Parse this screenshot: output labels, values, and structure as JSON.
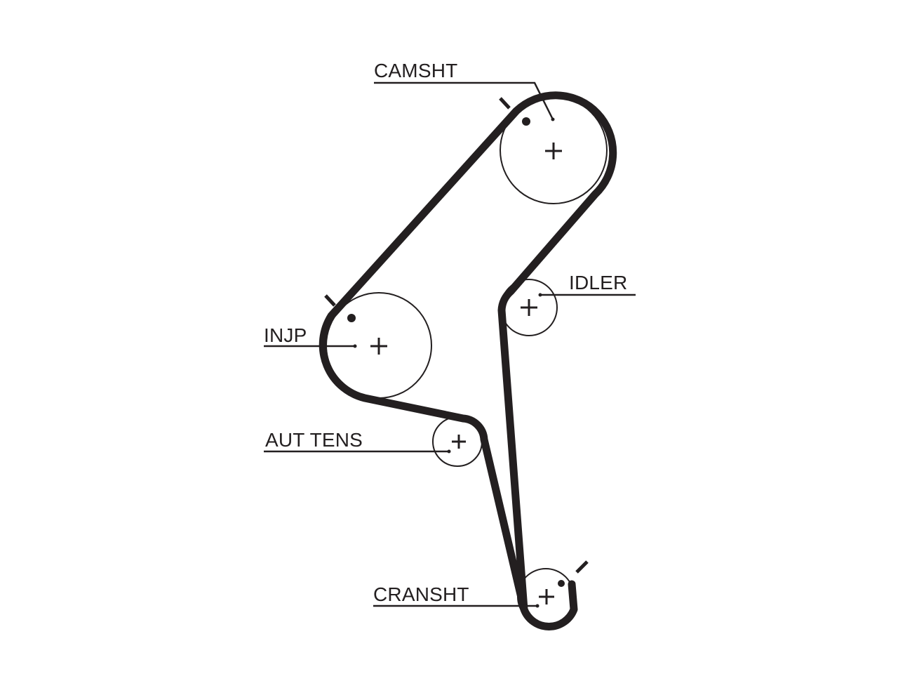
{
  "labels": {
    "camshaft": "CAMSHT",
    "idler": "IDLER",
    "injection_pump": "INJP",
    "auto_tensioner": "AUT TENS",
    "crankshaft": "CRANSHT"
  },
  "colors": {
    "ink": "#231f20",
    "background": "#ffffff"
  }
}
